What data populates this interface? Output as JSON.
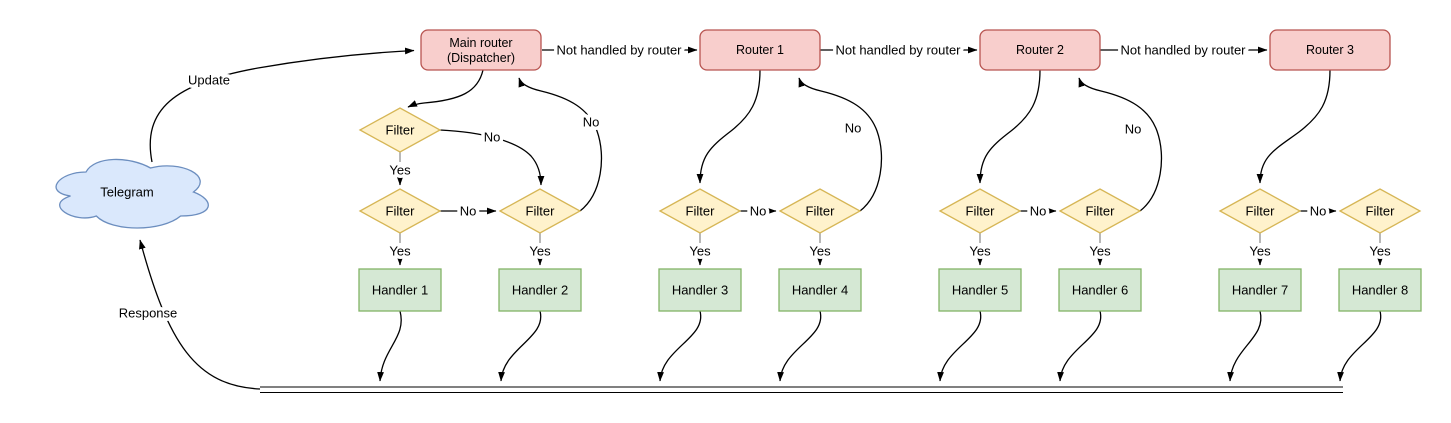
{
  "diagram": {
    "source": {
      "label": "Telegram"
    },
    "edge_labels": {
      "update": "Update",
      "response": "Response",
      "not_handled": "Not handled by router",
      "yes": "Yes",
      "no": "No"
    },
    "routers": [
      {
        "id": "main-router",
        "line1": "Main router",
        "line2": "(Dispatcher)"
      },
      {
        "id": "router-1",
        "line1": "Router 1",
        "line2": ""
      },
      {
        "id": "router-2",
        "line1": "Router 2",
        "line2": ""
      },
      {
        "id": "router-3",
        "line1": "Router 3",
        "line2": ""
      }
    ],
    "filter_label": "Filter",
    "handlers": [
      {
        "label": "Handler 1"
      },
      {
        "label": "Handler 2"
      },
      {
        "label": "Handler 3"
      },
      {
        "label": "Handler 4"
      },
      {
        "label": "Handler 5"
      },
      {
        "label": "Handler 6"
      },
      {
        "label": "Handler 7"
      },
      {
        "label": "Handler 8"
      }
    ],
    "colors": {
      "router_fill": "#f8cecc",
      "router_stroke": "#b85450",
      "filter_fill": "#fff2cc",
      "filter_stroke": "#d6b656",
      "handler_fill": "#d5e8d4",
      "handler_stroke": "#82b366",
      "cloud_fill": "#dae8fc",
      "cloud_stroke": "#6c8ebf",
      "edge_color": "#000000",
      "stub_color": "#999999"
    }
  }
}
